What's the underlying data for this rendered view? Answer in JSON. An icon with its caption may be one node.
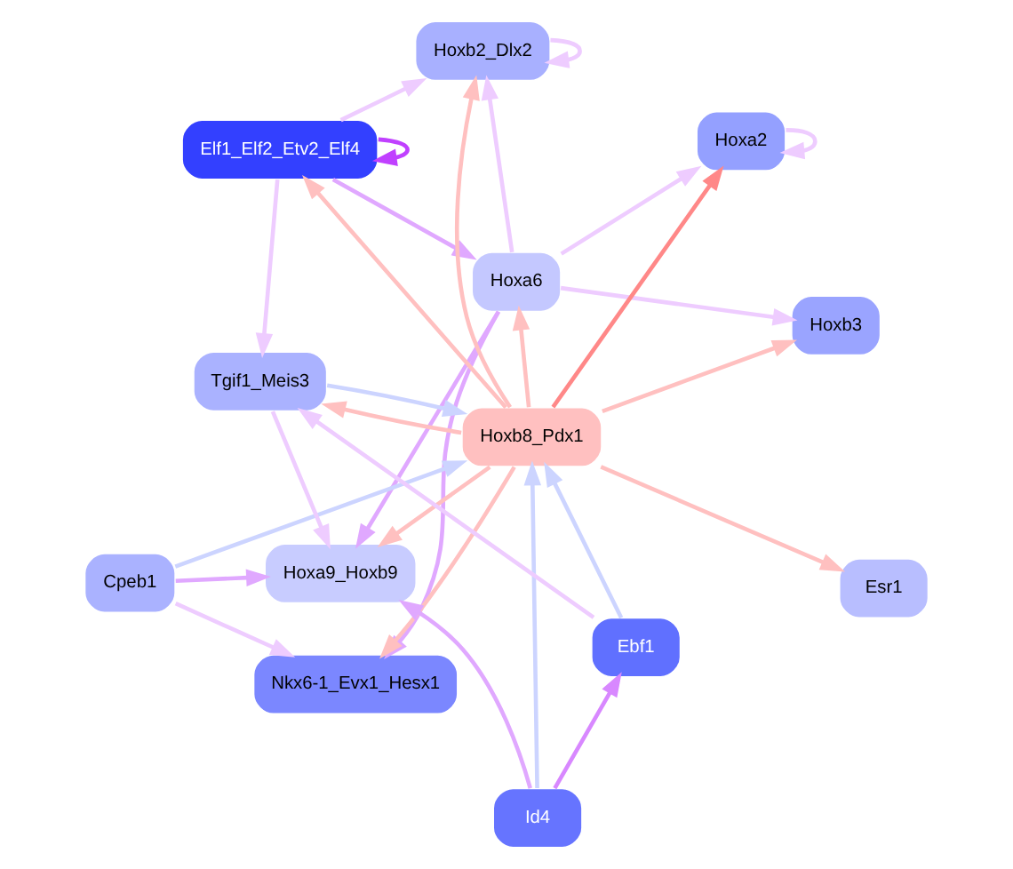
{
  "diagram": {
    "nodes": [
      {
        "text": [
          "Hoxa9_Hoxb9"
        ]
      },
      {
        "text": [
          "Hoxa6"
        ]
      },
      {
        "text": [
          "Nkx6-1_Evx1_Hesx1"
        ]
      },
      {
        "text": [
          "Hoxb2_Dlx2"
        ]
      },
      {
        "text": [
          "Hoxa2"
        ]
      },
      {
        "text": [
          "Elf1_Elf2_Etv2_Elf4"
        ]
      },
      {
        "text": [
          "Hoxb8_Pdx1"
        ]
      },
      {
        "text": [
          "Hoxb3"
        ]
      },
      {
        "text": [
          "Cpeb1"
        ]
      },
      {
        "text": [
          "Esr1"
        ]
      },
      {
        "text": [
          "Id4"
        ]
      },
      {
        "text": [
          "Tgif1_Meis3"
        ]
      },
      {
        "text": [
          "Ebf1"
        ]
      }
    ],
    "edges": [
      {
        "from": 1,
        "to": 0,
        "arrow": "to",
        "color": "#e0a8ff"
      },
      {
        "from": 1,
        "to": 2,
        "arrow": "to",
        "color": "#e0a8ff"
      },
      {
        "from": 1,
        "to": 3,
        "arrow": "to",
        "color": "#eeccff"
      },
      {
        "from": 1,
        "to": 4,
        "arrow": "to",
        "color": "#eeccff"
      },
      {
        "from": 1,
        "to": 7,
        "arrow": "to",
        "color": "#eeccff"
      },
      {
        "from": 3,
        "to": 3,
        "arrow": "to",
        "color": "#eeccff"
      },
      {
        "from": 4,
        "to": 4,
        "arrow": "to",
        "color": "#eeccff"
      },
      {
        "from": 5,
        "to": 5,
        "arrow": "to",
        "color": "#c040ff"
      },
      {
        "from": 5,
        "to": 1,
        "arrow": "to",
        "color": "#e0a8ff"
      },
      {
        "from": 5,
        "to": 3,
        "arrow": "to",
        "color": "#eeccff"
      },
      {
        "from": 5,
        "to": 11,
        "arrow": "to",
        "color": "#eeccff"
      },
      {
        "from": 6,
        "to": 4,
        "arrow": "to",
        "color": "#ff8888"
      },
      {
        "from": 6,
        "to": 2,
        "arrow": "to"
      },
      {
        "from": 6,
        "to": 0,
        "arrow": "to"
      },
      {
        "from": 6,
        "to": 1,
        "arrow": "to"
      },
      {
        "from": 6,
        "to": 3,
        "arrow": "to"
      },
      {
        "from": 6,
        "to": 5,
        "arrow": "to"
      },
      {
        "from": 6,
        "to": 7,
        "arrow": "to"
      },
      {
        "from": 6,
        "to": 9,
        "arrow": "to"
      },
      {
        "from": 6,
        "to": 11,
        "arrow": "to"
      },
      {
        "from": 11,
        "to": 6,
        "arrow": "to",
        "color": "#ccd4ff"
      },
      {
        "from": 11,
        "to": 0,
        "arrow": "to",
        "color": "#eeccff"
      },
      {
        "from": 12,
        "to": 6,
        "arrow": "to",
        "color": "#ccd4ff"
      },
      {
        "from": 12,
        "to": 11,
        "arrow": "to",
        "color": "#eeccff"
      },
      {
        "from": 10,
        "to": 6,
        "arrow": "to",
        "color": "#ccd4ff"
      },
      {
        "from": 10,
        "to": 0,
        "arrow": "to",
        "color": "#e0a8ff"
      },
      {
        "from": 10,
        "to": 12,
        "arrow": "to",
        "color": "#d888ff"
      },
      {
        "from": 8,
        "to": 6,
        "arrow": "to",
        "color": "#ccd4ff"
      },
      {
        "from": 8,
        "to": 2,
        "arrow": "to",
        "color": "#eeccff"
      },
      {
        "from": 8,
        "to": 0,
        "arrow": "to",
        "color": "#e0a8ff"
      }
    ]
  }
}
